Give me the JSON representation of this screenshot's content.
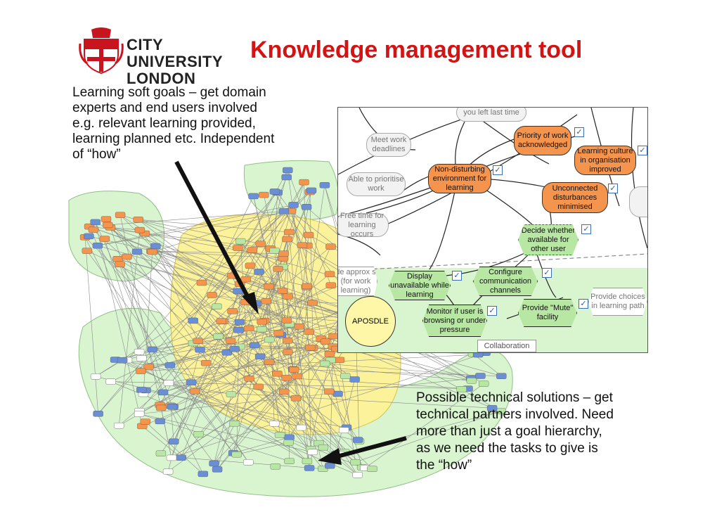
{
  "header": {
    "logo_line1": "CITY UNIVERSITY",
    "logo_line2": "LONDON",
    "title": "Knowledge management tool"
  },
  "intro_text": {
    "line1": "Learning soft goals – get domain",
    "line2": "experts and end users involved",
    "line3": "e.g. relevant learning provided,",
    "line4": "learning planned etc. Independent",
    "line5": "of “how”"
  },
  "bottom_text": {
    "line1": "Possible technical solutions – get",
    "line2": "technical partners involved. Need",
    "line3": "more than just a goal hierarchy,",
    "line4": "as we need the tasks to give is",
    "line5": "the “how”"
  },
  "zoom_diagram": {
    "nodes": {
      "priority_of_work": "Priority of work acknowledged",
      "learning_culture": "Learning culture in organisation improved",
      "non_disturbing": "Non-disturbing environment for learning",
      "unconnected": "Unconnected disturbances minimised",
      "decide_whether": "Decide whether available for other user",
      "display_unavailable": "Display unavailable while learning",
      "configure_channels": "Configure communication channels",
      "provide_mute": "Provide \"Mute\" facility",
      "monitor_user": "Monitor if user is browsing or under pressure",
      "provide_choices": "Provide choices in learning path",
      "meet_work": "Meet work deadlines",
      "able_to_prioritise": "Able to prioritise work",
      "free_time": "Free time for learning occurs",
      "learning_point": "you left last time",
      "de_approx": "de approx s (for work learning)",
      "aposdle": "APOSDLE",
      "collaboration": "Collaboration"
    },
    "colors": {
      "goal": "#f5944d",
      "task": "#b8e7a4",
      "region_green": "#d9f5d0",
      "region_yellow": "#fbf29a"
    }
  }
}
